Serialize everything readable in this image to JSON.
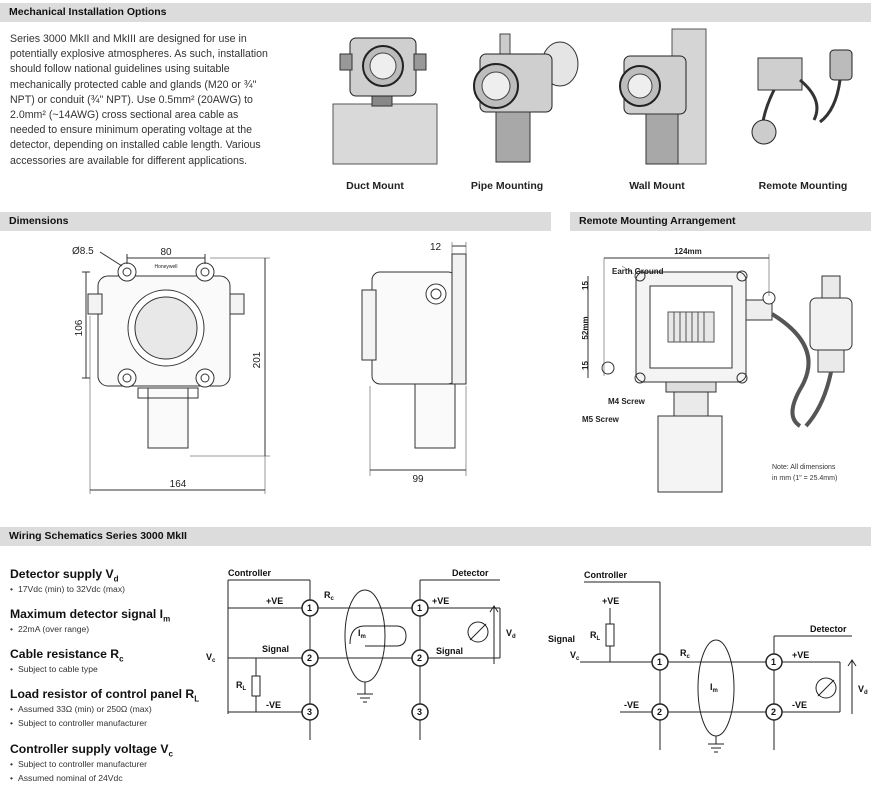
{
  "sections": {
    "mechanical": "Mechanical Installation Options",
    "dimensions": "Dimensions",
    "remote": "Remote Mounting Arrangement",
    "wiring": "Wiring Schematics Series 3000 MkII"
  },
  "intro": "Series 3000 MkII and MkIII are designed for use in potentially explosive atmospheres. As such, installation should follow national guidelines using suitable mechanically protected cable and glands (M20 or ¾\" NPT) or conduit (¾\" NPT). Use 0.5mm² (20AWG) to 2.0mm² (~14AWG) cross sectional area cable as needed to ensure minimum operating voltage at the detector, depending on installed cable length. Various accessories are available for different applications.",
  "mounting": [
    "Duct Mount",
    "Pipe Mounting",
    "Wall Mount",
    "Remote Mounting"
  ],
  "dims": {
    "hole": "Ø8.5",
    "w80": "80",
    "h106": "106",
    "h201": "201",
    "w164": "164",
    "w12": "12",
    "w99": "99",
    "brand": "Honeywell"
  },
  "remote_diagram": {
    "w124": "124mm",
    "earth": "Earth Ground",
    "d15a": "15",
    "d52": "52mm",
    "d15b": "15",
    "m4": "M4 Screw",
    "m5": "M5 Screw",
    "note1": "Note: All dimensions",
    "note2": "in mm (1\" = 25.4mm)"
  },
  "specs": [
    {
      "title": "Detector supply V",
      "sub": "d",
      "bullets": [
        "17Vdc (min) to 32Vdc (max)"
      ]
    },
    {
      "title": "Maximum detector signal I",
      "sub": "m",
      "bullets": [
        "22mA (over range)"
      ]
    },
    {
      "title": "Cable resistance R",
      "sub": "c",
      "bullets": [
        "Subject to cable type"
      ]
    },
    {
      "title": "Load resistor of control panel R",
      "sub": "L",
      "bullets": [
        "Assumed 33Ω (min) or 250Ω (max)",
        "Subject to controller manufacturer"
      ]
    },
    {
      "title": "Controller supply voltage V",
      "sub": "c",
      "bullets": [
        "Subject to controller manufacturer",
        "Assumed nominal of 24Vdc"
      ]
    }
  ],
  "schem1": {
    "controller": "Controller",
    "detector": "Detector",
    "pve1": "+VE",
    "pve2": "+VE",
    "rc": "R",
    "rc_sub": "c",
    "signal1": "Signal",
    "signal2": "Signal",
    "im": "I",
    "im_sub": "m",
    "vc": "V",
    "vc_sub": "c",
    "rl": "R",
    "rl_sub": "L",
    "nve": "-VE",
    "vd": "V",
    "vd_sub": "d",
    "n1": "1",
    "n2": "2",
    "n3": "3"
  },
  "schem2": {
    "controller": "Controller",
    "detector": "Detector",
    "pve1": "+VE",
    "pve2": "+VE",
    "signal": "Signal",
    "rl": "R",
    "rl_sub": "L",
    "vc": "V",
    "vc_sub": "c",
    "rc": "R",
    "rc_sub": "c",
    "im": "I",
    "im_sub": "m",
    "nve1": "-VE",
    "nve2": "-VE",
    "vd": "V",
    "vd_sub": "d",
    "n1": "1",
    "n2": "2"
  }
}
